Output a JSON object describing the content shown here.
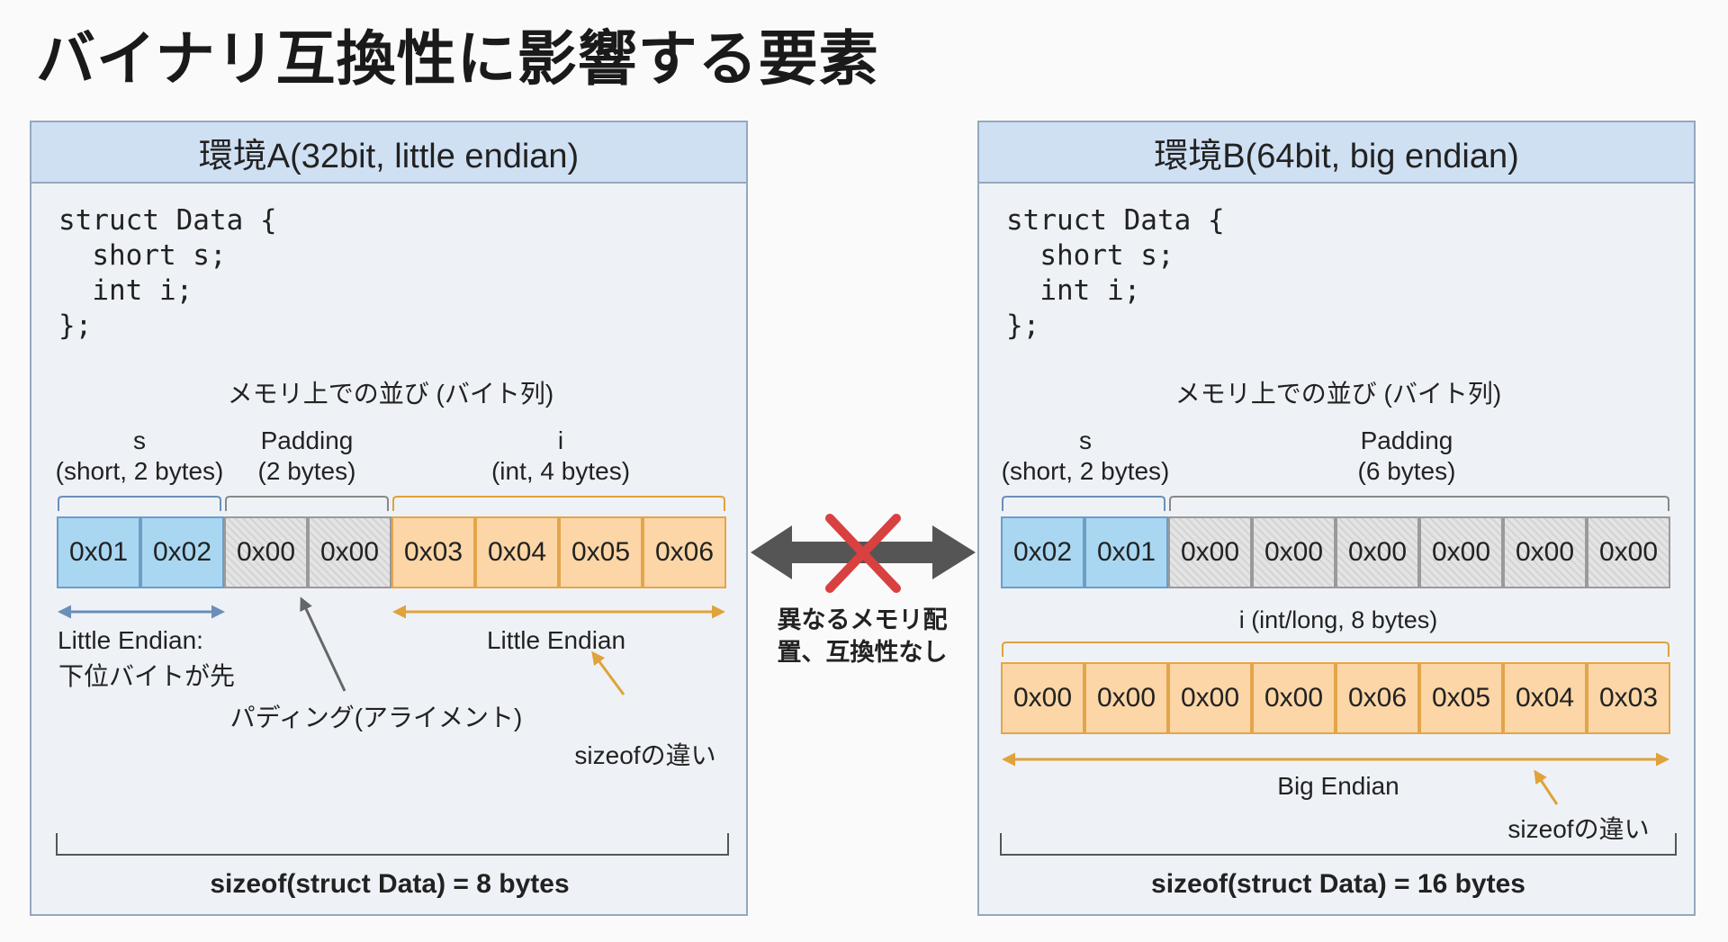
{
  "title": "バイナリ互換性に影響する要素",
  "panel_a": {
    "header": "環境A(32bit, little endian)",
    "code": "struct Data {\n  short s;\n  int i;\n};",
    "memory_caption": "メモリ上での並び (バイト列)",
    "s_label": "s",
    "s_sub": "(short, 2 bytes)",
    "pad_label": "Padding",
    "pad_sub": "(2 bytes)",
    "i_label": "i",
    "i_sub": "(int, 4 bytes)",
    "bytes": [
      "0x01",
      "0x02",
      "0x00",
      "0x00",
      "0x03",
      "0x04",
      "0x05",
      "0x06"
    ],
    "le_note_1": "Little Endian:",
    "le_note_2": "下位バイトが先",
    "padding_note": "パディング(アライメント)",
    "le_note_right": "Little Endian",
    "sizeof_note": "sizeofの違い",
    "sizeof_total": "sizeof(struct Data) = 8 bytes"
  },
  "panel_b": {
    "header": "環境B(64bit, big endian)",
    "code": "struct Data {\n  short s;\n  int i;\n};",
    "memory_caption": "メモリ上での並び (バイト列)",
    "s_label": "s",
    "s_sub": "(short, 2 bytes)",
    "pad_label": "Padding",
    "pad_sub": "(6 bytes)",
    "row1_bytes": [
      "0x02",
      "0x01",
      "0x00",
      "0x00",
      "0x00",
      "0x00",
      "0x00",
      "0x00"
    ],
    "i_caption": "i (int/long, 8 bytes)",
    "row2_bytes": [
      "0x00",
      "0x00",
      "0x00",
      "0x00",
      "0x06",
      "0x05",
      "0x04",
      "0x03"
    ],
    "be_note": "Big Endian",
    "sizeof_note": "sizeofの違い",
    "sizeof_total": "sizeof(struct Data) = 16 bytes"
  },
  "middle": {
    "line1": "異なるメモリ配",
    "line2": "置、互換性なし"
  },
  "colors": {
    "short_fill": "#a9d7f2",
    "padding_fill": "#e4e4e4",
    "int_fill": "#fcd6a6",
    "blue_arrow": "#6a8fb8",
    "orange_arrow": "#e0a23a",
    "cross": "#d94040",
    "double_arrow": "#555555"
  }
}
